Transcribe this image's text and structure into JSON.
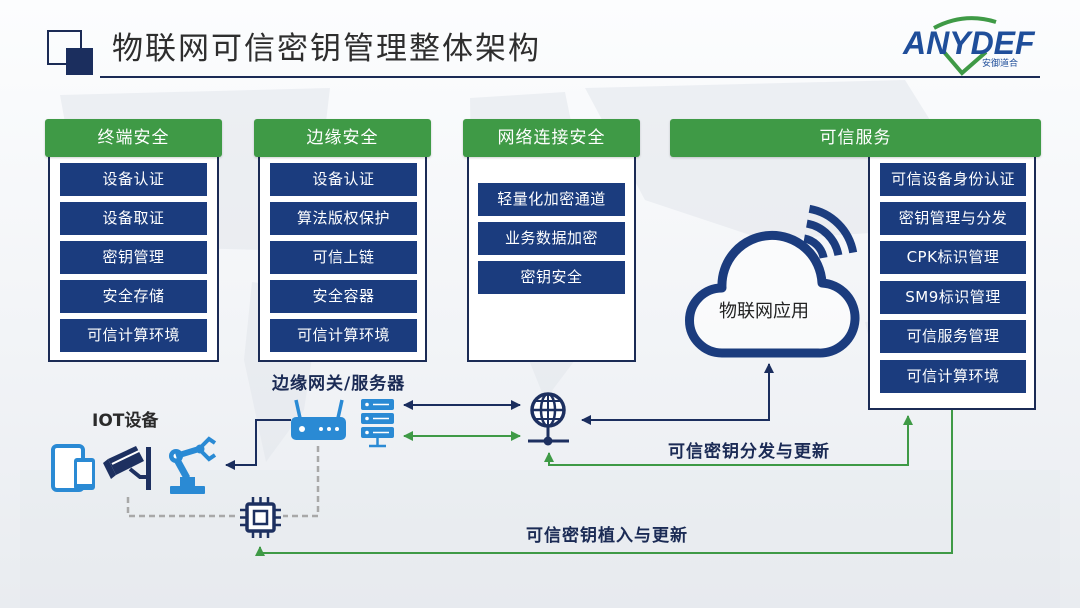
{
  "slide": {
    "title": "物联网可信密钥管理整体架构",
    "logo": {
      "text": "ANYDEF",
      "subtitle": "安御道合"
    }
  },
  "colors": {
    "header_green": "#3f9a46",
    "item_navy": "#1b3c7e",
    "border_navy": "#1b2b55",
    "icon_blue": "#2a8ad4",
    "icon_navy": "#1d3060",
    "line_navy": "#1b2e5e",
    "line_green": "#3f9a46",
    "dashed_gray": "#a8a8a8",
    "logo_blue": "#1f4e9a"
  },
  "columns": [
    {
      "header": "终端安全",
      "items": [
        "设备认证",
        "设备取证",
        "密钥管理",
        "安全存储",
        "可信计算环境"
      ]
    },
    {
      "header": "边缘安全",
      "items": [
        "设备认证",
        "算法版权保护",
        "可信上链",
        "安全容器",
        "可信计算环境"
      ]
    },
    {
      "header": "网络连接安全",
      "items": [
        "轻量化加密通道",
        "业务数据加密",
        "密钥安全"
      ]
    },
    {
      "header": "可信服务",
      "items": [
        "可信设备身份认证",
        "密钥管理与分发",
        "CPK标识管理",
        "SM9标识管理",
        "可信服务管理",
        "可信计算环境"
      ]
    }
  ],
  "cloud": {
    "label": "物联网应用"
  },
  "devices": {
    "iot_label": "IOT设备",
    "gateway_label": "边缘网关/服务器"
  },
  "flows": {
    "key_distribution_label": "可信密钥分发与更新",
    "key_injection_label": "可信密钥植入与更新"
  },
  "icons": {
    "title": "title-squares-icon",
    "application": "cloud-icon",
    "signal": "wifi-signal-icon",
    "iot_devices": [
      "tablet-phone-icon",
      "security-camera-icon",
      "robot-arm-icon"
    ],
    "gateway": [
      "router-icon",
      "server-icon"
    ],
    "network": "globe-network-icon",
    "secure_element": "chip-icon"
  }
}
